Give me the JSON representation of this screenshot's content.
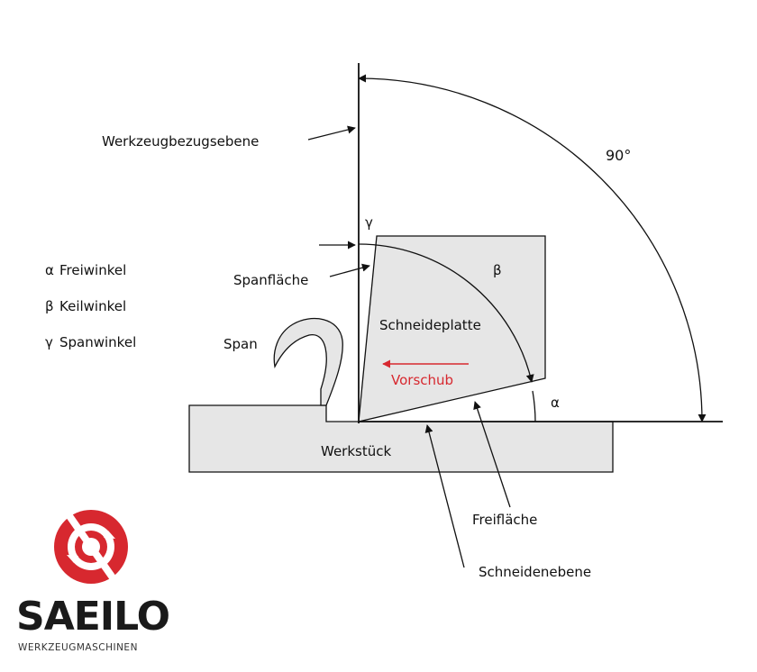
{
  "labels": {
    "werkzeugbezugsebene": "Werkzeugbezugsebene",
    "angle_90": "90°",
    "gamma": "γ",
    "beta": "β",
    "alpha": "α",
    "spanflaeche": "Spanfläche",
    "schneideplatte": "Schneideplatte",
    "span": "Span",
    "vorschub": "Vorschub",
    "werkstueck": "Werkstück",
    "freiflaeche": "Freifläche",
    "schneidenebene": "Schneidenebene"
  },
  "legend": [
    {
      "symbol": "α",
      "text": "Freiwinkel"
    },
    {
      "symbol": "β",
      "text": "Keilwinkel"
    },
    {
      "symbol": "γ",
      "text": "Spanwinkel"
    }
  ],
  "logo": {
    "name": "SAEILO",
    "subtitle": "WERKZEUGMASCHINEN"
  },
  "colors": {
    "fill": "#e6e6e6",
    "stroke": "#111111",
    "accent": "#d7282f",
    "vorschub": "#d7282f"
  }
}
